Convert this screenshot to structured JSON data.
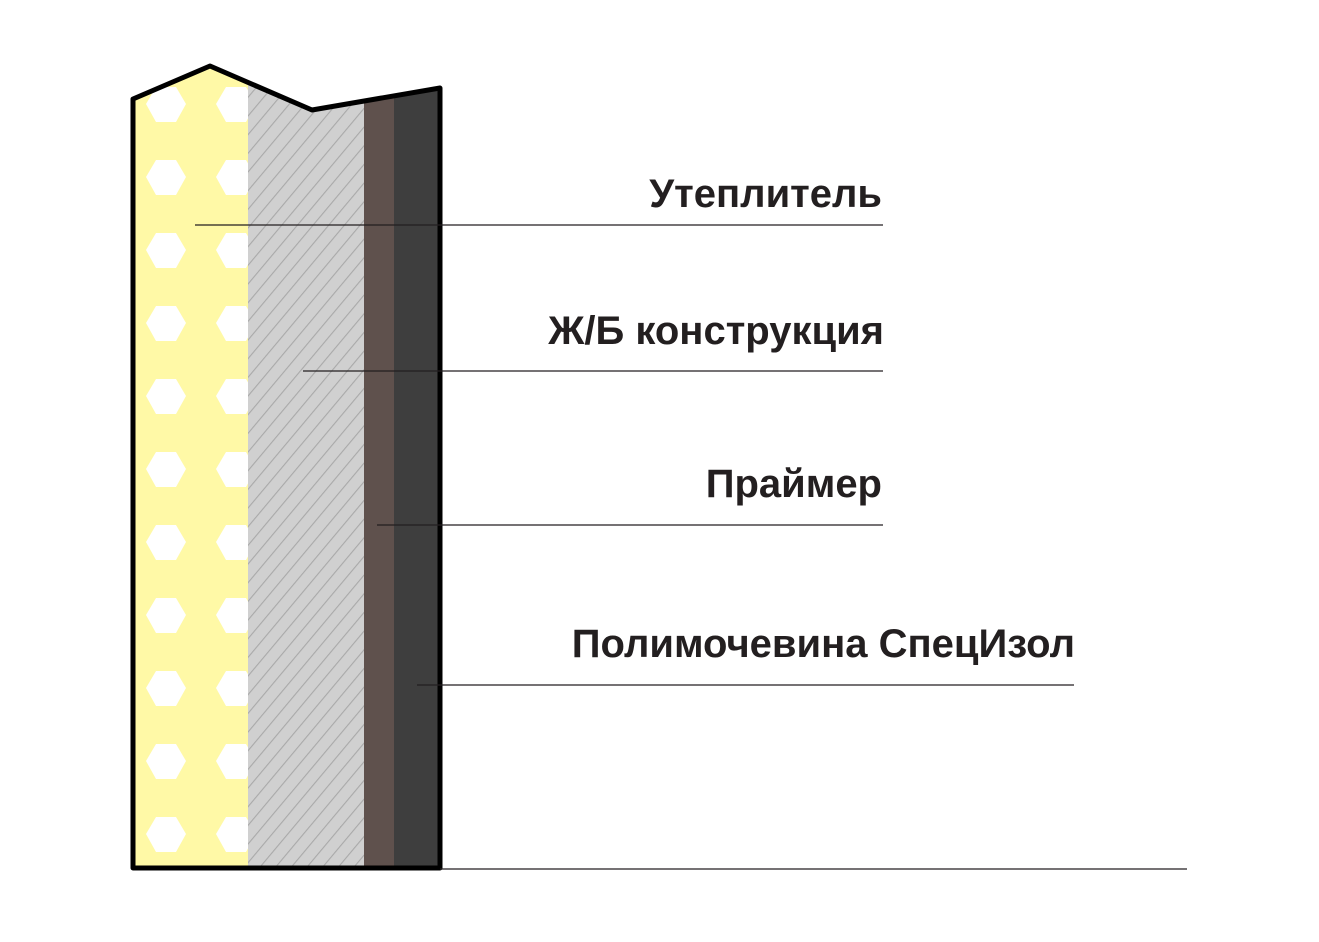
{
  "diagram": {
    "colors": {
      "insulation": "#fff9a6",
      "hexagon": "#ffffff",
      "concrete": "#d0d0d0",
      "hatch": "#a9a9a9",
      "primer": "#5f514d",
      "polyurea": "#3e3e3e",
      "outline": "#000000",
      "text": "#231f20"
    },
    "labels": {
      "insulation": "Утеплитель",
      "concrete": "Ж/Б конструкция",
      "primer": "Праймер",
      "polyurea": "Полимочевина СпецИзол"
    }
  }
}
